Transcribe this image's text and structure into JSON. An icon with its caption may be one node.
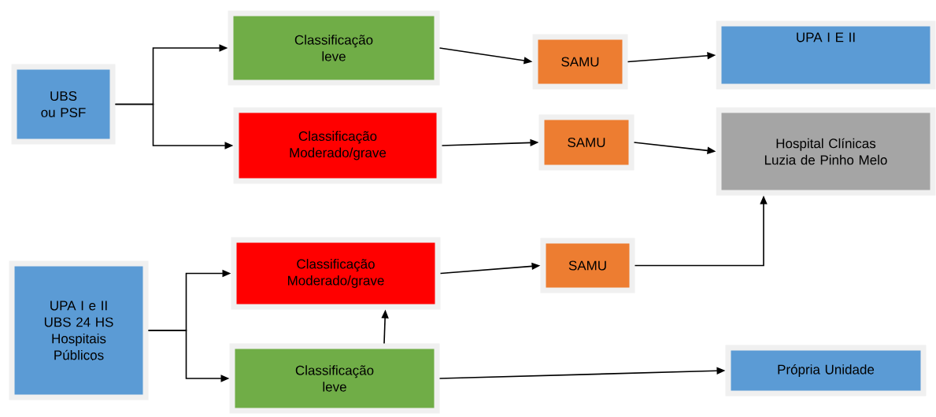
{
  "diagram": {
    "nodes": [
      {
        "text": [
          "UBS ou PSF"
        ]
      },
      {
        "text": [
          "Classificação leve"
        ]
      },
      {
        "text": [
          "Classificação Moderado/grave"
        ]
      },
      {
        "text": [
          "SAMU"
        ]
      },
      {
        "text": [
          "SAMU"
        ]
      },
      {
        "text": [
          "UPA I E II"
        ]
      },
      {
        "text": [
          "Hospital Clínicas Luzia de Pinho Melo"
        ]
      },
      {
        "text": [
          "UPA I e II UBS 24 HS Hospitais Públicos"
        ]
      },
      {
        "text": [
          "Classificação Moderado/grave"
        ]
      },
      {
        "text": [
          "Classificação leve"
        ]
      },
      {
        "text": [
          "SAMU"
        ]
      },
      {
        "text": [
          "Própria Unidade"
        ]
      }
    ],
    "edges": [
      {
        "from": 0,
        "to": 1,
        "arrow": "to"
      },
      {
        "from": 0,
        "to": 2,
        "arrow": "to"
      },
      {
        "from": 1,
        "to": 3,
        "arrow": "to"
      },
      {
        "from": 2,
        "to": 4,
        "arrow": "to"
      },
      {
        "from": 3,
        "to": 5,
        "arrow": "to"
      },
      {
        "from": 4,
        "to": 6,
        "arrow": "to"
      },
      {
        "from": 7,
        "to": 8,
        "arrow": "to"
      },
      {
        "from": 7,
        "to": 9,
        "arrow": "to"
      },
      {
        "from": 8,
        "to": 10,
        "arrow": "to"
      },
      {
        "from": 10,
        "to": 6,
        "arrow": "to"
      },
      {
        "from": 9,
        "to": 8,
        "arrow": "to"
      },
      {
        "from": 9,
        "to": 11,
        "arrow": "to"
      }
    ]
  }
}
